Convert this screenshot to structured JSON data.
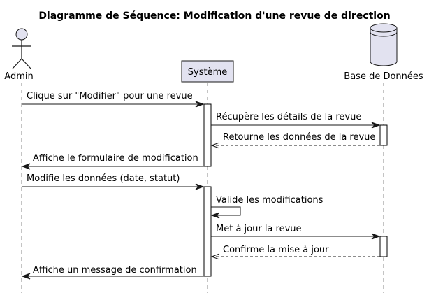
{
  "title": "Diagramme de Séquence: Modification d'une revue de direction",
  "participants": [
    {
      "id": "admin",
      "label": "Admin",
      "kind": "actor"
    },
    {
      "id": "systeme",
      "label": "Système",
      "kind": "participant"
    },
    {
      "id": "bdd",
      "label": "Base de Données",
      "kind": "database"
    }
  ],
  "messages": [
    {
      "from": "admin",
      "to": "systeme",
      "label": "Clique sur \"Modifier\" pour une revue",
      "style": "solid"
    },
    {
      "from": "systeme",
      "to": "bdd",
      "label": "Récupère les détails de la revue",
      "style": "solid"
    },
    {
      "from": "bdd",
      "to": "systeme",
      "label": "Retourne les données de la revue",
      "style": "dashed"
    },
    {
      "from": "systeme",
      "to": "admin",
      "label": "Affiche le formulaire de modification",
      "style": "solid"
    },
    {
      "from": "admin",
      "to": "systeme",
      "label": "Modifie les données (date, statut)",
      "style": "solid"
    },
    {
      "from": "systeme",
      "to": "systeme",
      "label": "Valide les modifications",
      "style": "solid"
    },
    {
      "from": "systeme",
      "to": "bdd",
      "label": "Met à jour la revue",
      "style": "solid"
    },
    {
      "from": "bdd",
      "to": "systeme",
      "label": "Confirme la mise à jour",
      "style": "dashed"
    },
    {
      "from": "systeme",
      "to": "admin",
      "label": "Affiche un message de confirmation",
      "style": "solid"
    }
  ],
  "colors": {
    "participant_fill": "#E2E2F0",
    "participant_stroke": "#181818",
    "lifeline": "#888888",
    "arrow": "#181818"
  }
}
